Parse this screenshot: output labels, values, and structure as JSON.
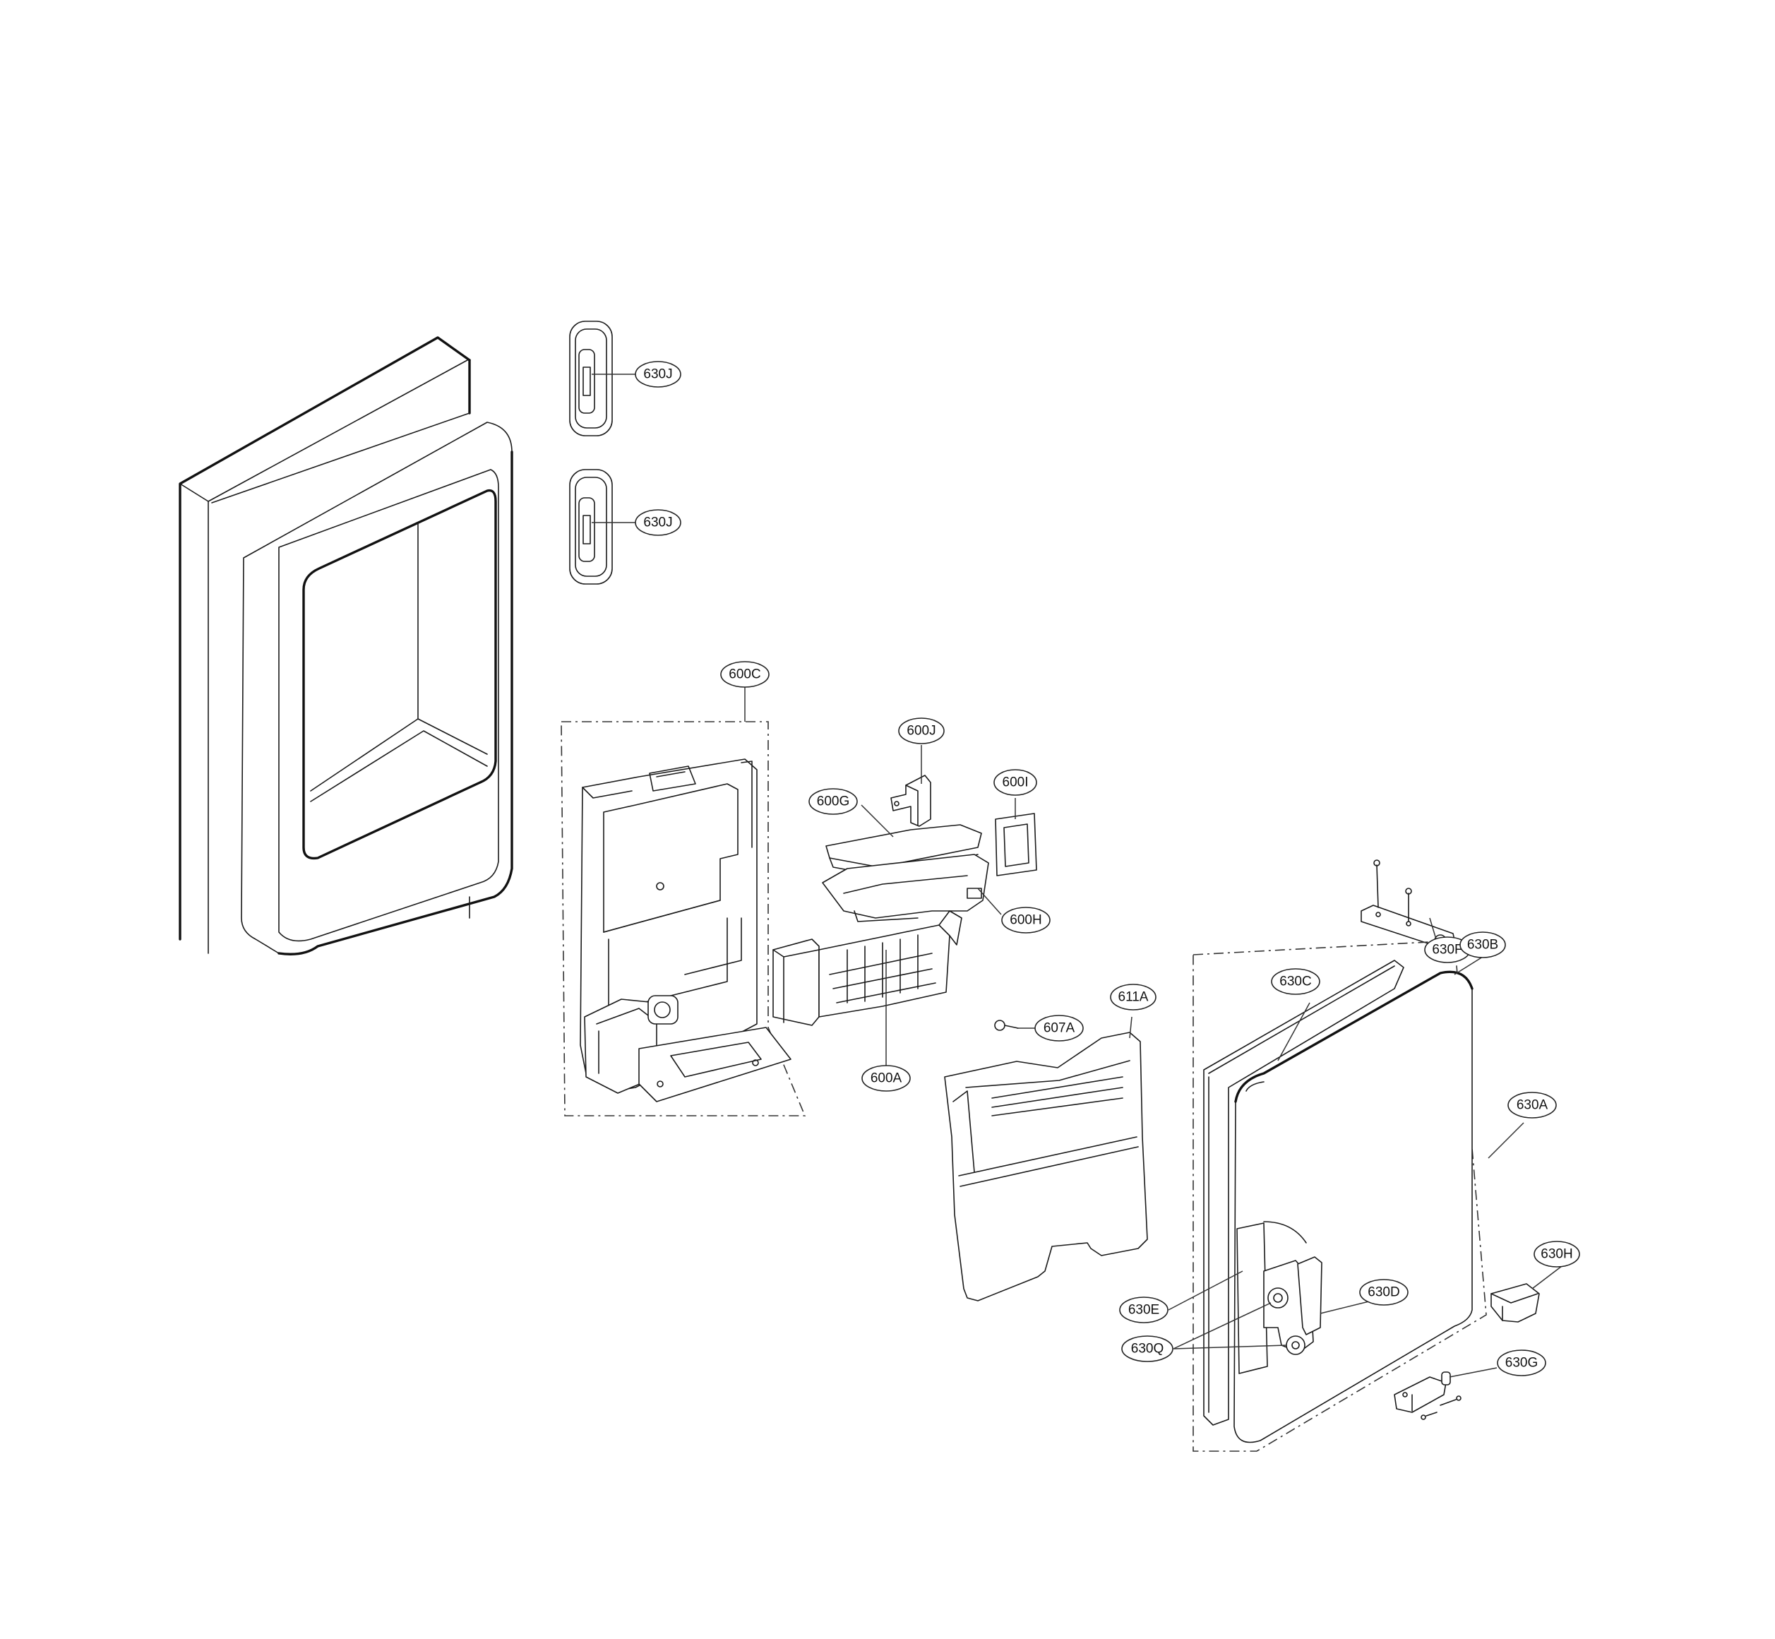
{
  "diagram": {
    "callouts": [
      {
        "id": "630J_a",
        "label": "630J"
      },
      {
        "id": "630J_b",
        "label": "630J"
      },
      {
        "id": "600C",
        "label": "600C"
      },
      {
        "id": "600J",
        "label": "600J"
      },
      {
        "id": "600G",
        "label": "600G"
      },
      {
        "id": "600I",
        "label": "600I"
      },
      {
        "id": "600H",
        "label": "600H"
      },
      {
        "id": "600A",
        "label": "600A"
      },
      {
        "id": "607A",
        "label": "607A"
      },
      {
        "id": "611A",
        "label": "611A"
      },
      {
        "id": "630F",
        "label": "630F"
      },
      {
        "id": "630B",
        "label": "630B"
      },
      {
        "id": "630C",
        "label": "630C"
      },
      {
        "id": "630A",
        "label": "630A"
      },
      {
        "id": "630H",
        "label": "630H"
      },
      {
        "id": "630D",
        "label": "630D"
      },
      {
        "id": "630E",
        "label": "630E"
      },
      {
        "id": "630Q",
        "label": "630Q"
      },
      {
        "id": "630G",
        "label": "630G"
      }
    ]
  }
}
